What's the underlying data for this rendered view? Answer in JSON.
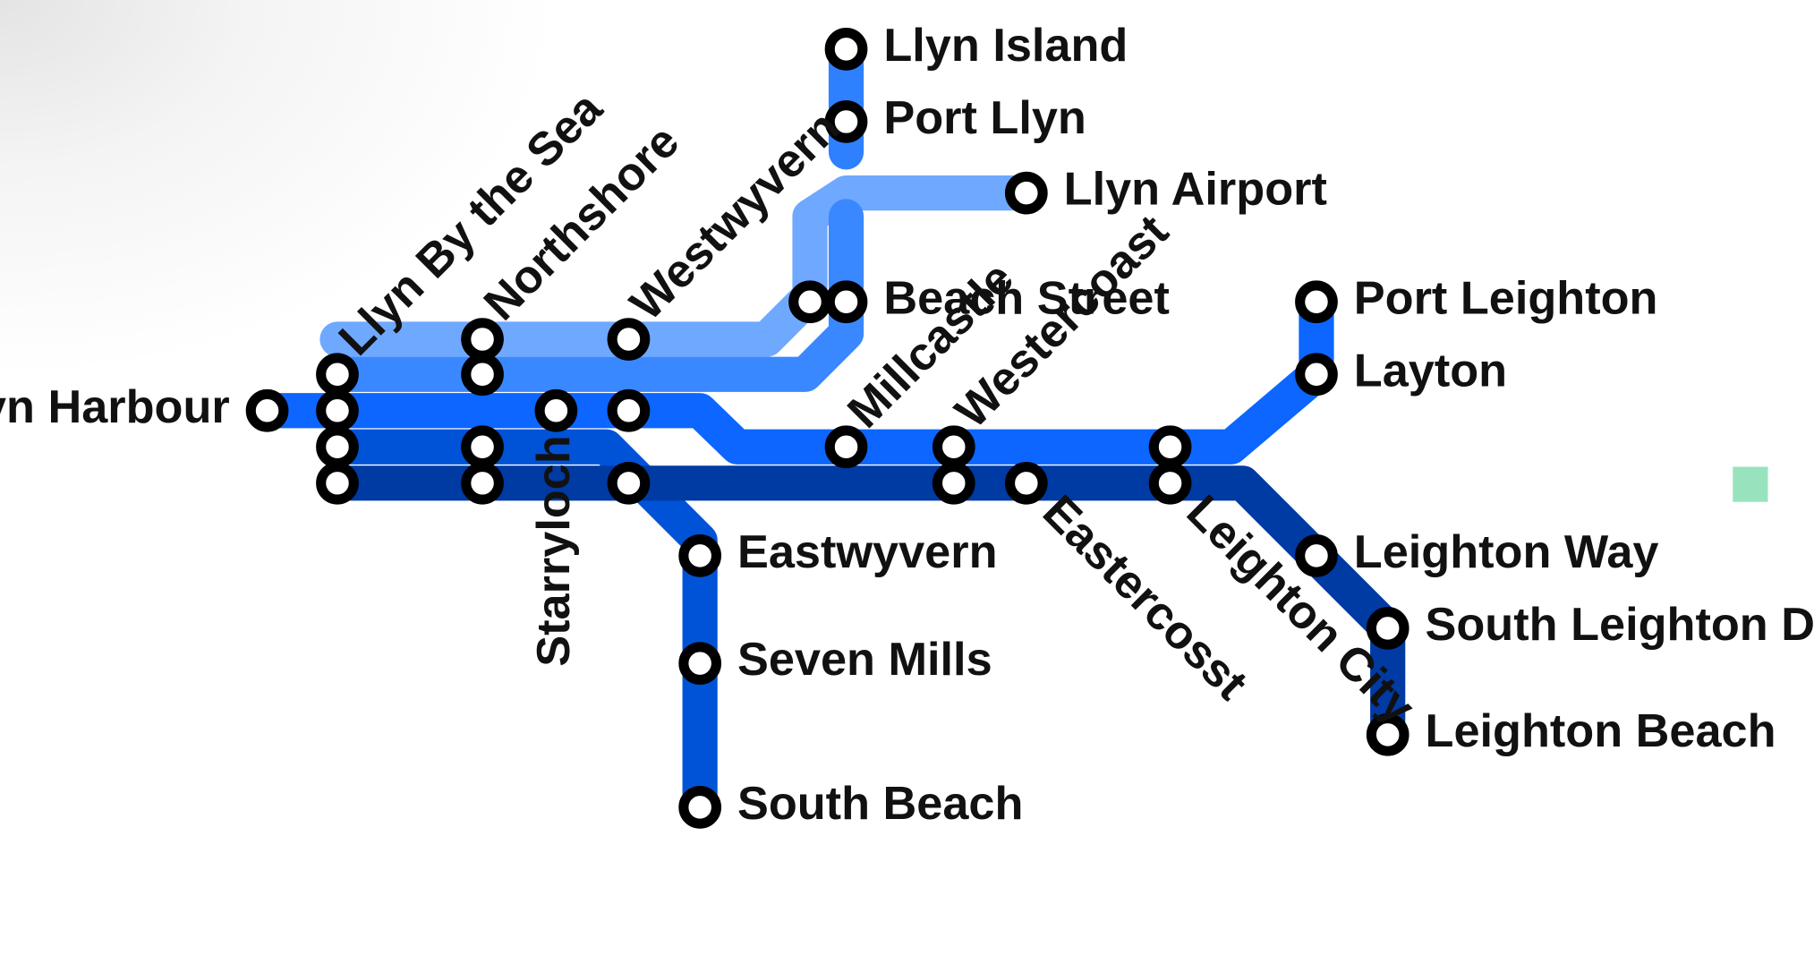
{
  "colors": {
    "airport_line": "#6fa8ff",
    "harbour_line": "#3a88ff",
    "main_line": "#0c66ff",
    "south_beach_line": "#0053d6",
    "leighton_line": "#003aa3",
    "legend_swatch": "#98e3bd"
  },
  "stations": {
    "llyn_island": "Llyn Island",
    "port_llyn": "Port Llyn",
    "llyn_airport": "Llyn Airport",
    "beach_street": "Beach Street",
    "llyn_by_the_sea": "Llyn By the Sea",
    "northshore": "Northshore",
    "westwyvern": "Westwyvern",
    "llyn_harbour": "Llyn Harbour",
    "starryloch": "Starryloch",
    "millcastle": "Millcastle",
    "westercoast": "Westercoast",
    "port_leighton": "Port Leighton",
    "layton": "Layton",
    "eastwyvern": "Eastwyvern",
    "seven_mills": "Seven Mills",
    "south_beach": "South Beach",
    "eastercosst": "Eastercosst",
    "leighton_city": "Leighton City",
    "leighton_way": "Leighton Way",
    "south_leighton_docks": "South Leighton Docks",
    "leighton_beach": "Leighton Beach"
  }
}
